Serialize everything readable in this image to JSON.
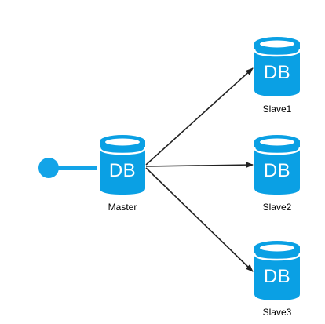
{
  "colors": {
    "db_fill": "#0aa0e4",
    "db_top": "#29b6f0",
    "db_band": "#ffffff",
    "arrow": "#222222",
    "source": "#13a4e8"
  },
  "master": {
    "db_text": "DB",
    "label": "Master"
  },
  "slaves": [
    {
      "db_text": "DB",
      "label": "Slave1"
    },
    {
      "db_text": "DB",
      "label": "Slave2"
    },
    {
      "db_text": "DB",
      "label": "Slave3"
    }
  ]
}
